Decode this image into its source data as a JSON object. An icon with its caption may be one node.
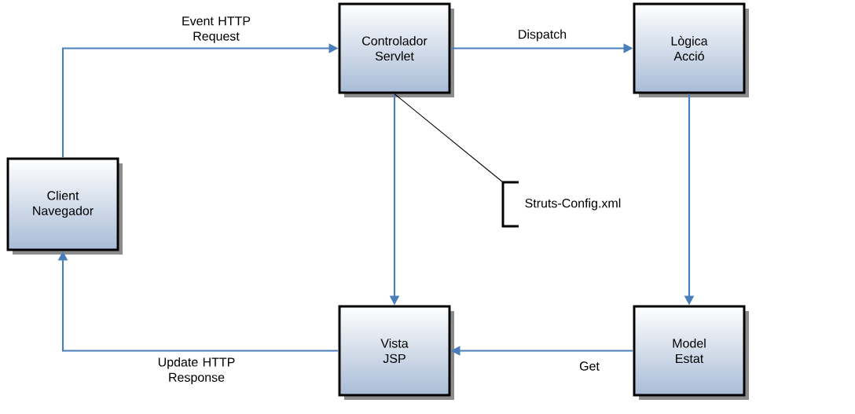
{
  "diagram": {
    "nodes": [
      {
        "text": [
          "Client Navegador"
        ]
      },
      {
        "text": [
          "Controlador Servlet"
        ]
      },
      {
        "text": [
          "Lògica Acció"
        ]
      },
      {
        "text": [
          "Vista JSP"
        ]
      },
      {
        "text": [
          "Model Estat"
        ]
      },
      {
        "text": [
          "Struts-Config.xml"
        ]
      }
    ],
    "edges": [
      {
        "from": 0,
        "to": 1,
        "arrow": "to",
        "label": "Event HTTP Request"
      },
      {
        "from": 1,
        "to": 2,
        "arrow": "to",
        "label": "Dispatch"
      },
      {
        "from": 2,
        "to": 4,
        "arrow": "to"
      },
      {
        "from": 4,
        "to": 3,
        "arrow": "to",
        "label": "Get"
      },
      {
        "from": 3,
        "to": 0,
        "arrow": "to",
        "label": "Update HTTP Response"
      },
      {
        "from": 1,
        "to": 3,
        "arrow": "to"
      },
      {
        "from": 1,
        "to": 5,
        "arrow": "none",
        "color": "#000000"
      }
    ]
  }
}
